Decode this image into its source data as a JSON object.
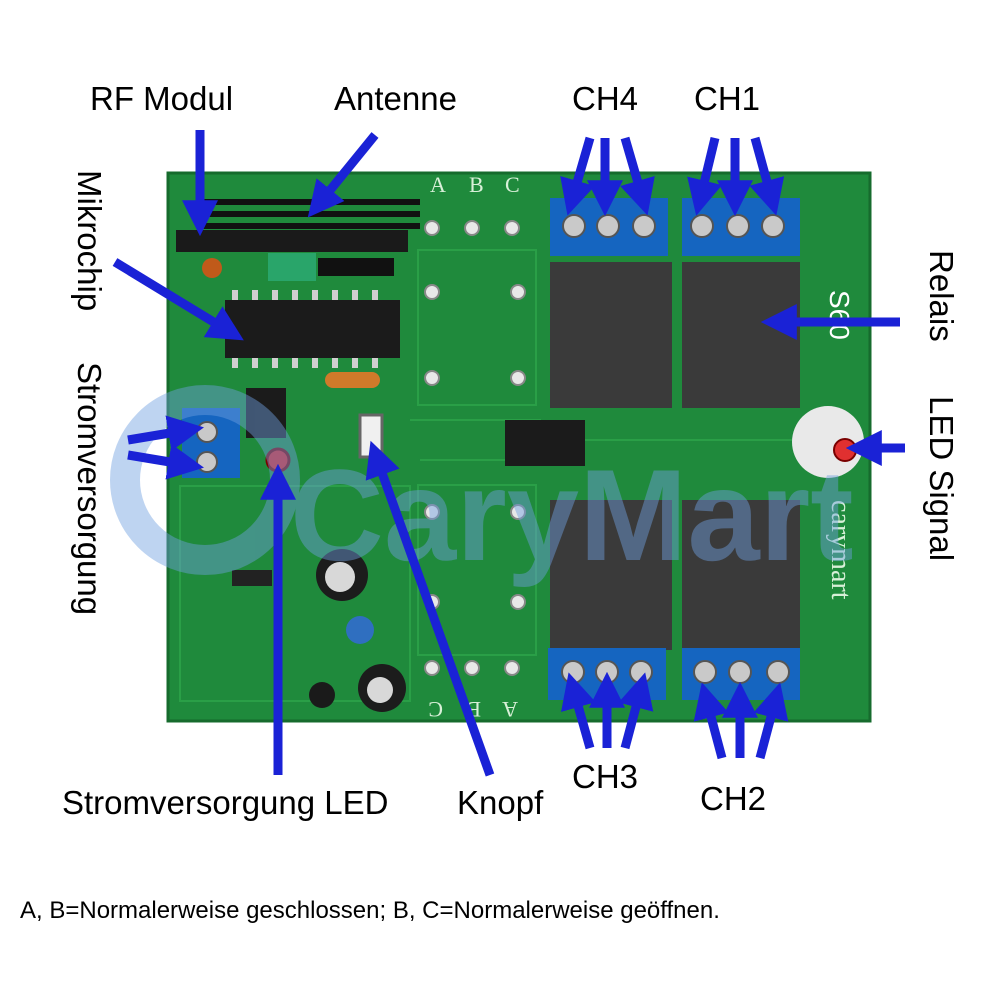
{
  "labels": {
    "rf_modul": "RF Modul",
    "antenne": "Antenne",
    "mikrochip": "Mikrochip",
    "stromversorgung": "Stromversorgung",
    "relais": "Relais",
    "led_signal": "LED Signal",
    "stromversorgung_led": "Stromversorgung LED",
    "knopf": "Knopf",
    "ch1": "CH1",
    "ch2": "CH2",
    "ch3": "CH3",
    "ch4": "CH4"
  },
  "board": {
    "jumper_top": [
      "A",
      "B",
      "C"
    ],
    "jumper_bottom": [
      "C",
      "B",
      "A"
    ],
    "model": "S60",
    "watermark": "CaryMart",
    "brand": "carymart"
  },
  "footnote": "A, B=Normalerweise geschlossen; B, C=Normalerweise geöffnen.",
  "colors": {
    "pcb": "#1f8a3c",
    "arrow": "#1a22d6",
    "relay": "#3a3a3a",
    "terminal": "#1565c0"
  }
}
